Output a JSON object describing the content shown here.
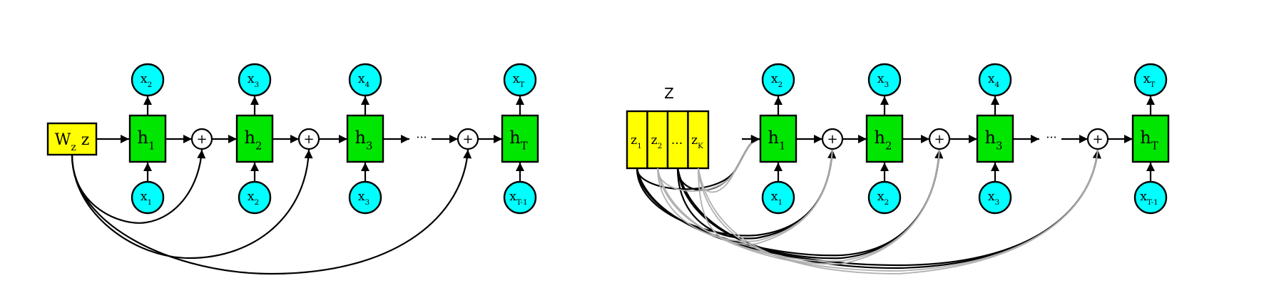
{
  "colors": {
    "input": "#ffff00",
    "hidden": "#00e600",
    "observation": "#00ffff",
    "plus_node": "#ffffff",
    "edge": "#000000",
    "edge_faded": "#b0b0b0"
  },
  "left_diagram": {
    "input_box": {
      "main": "W",
      "sub": "z",
      "suffix": " z"
    },
    "hidden": [
      {
        "main": "h",
        "sub": "1"
      },
      {
        "main": "h",
        "sub": "2"
      },
      {
        "main": "h",
        "sub": "3"
      },
      {
        "main": "h",
        "sub": "T"
      }
    ],
    "outputs": [
      {
        "main": "x",
        "sub": "2"
      },
      {
        "main": "x",
        "sub": "3"
      },
      {
        "main": "x",
        "sub": "4"
      },
      {
        "main": "x",
        "sub": "T"
      }
    ],
    "inputs": [
      {
        "main": "x",
        "sub": "1"
      },
      {
        "main": "x",
        "sub": "2"
      },
      {
        "main": "x",
        "sub": "3"
      },
      {
        "main": "x",
        "sub": "T-1"
      }
    ],
    "plus_symbol": "+",
    "ellipsis": "···"
  },
  "right_diagram": {
    "z_title": "Z",
    "z_cells": [
      {
        "main": "z",
        "sub": "1"
      },
      {
        "main": "z",
        "sub": "2"
      },
      {
        "main": "...",
        "sub": ""
      },
      {
        "main": "z",
        "sub": "K"
      }
    ],
    "hidden": [
      {
        "main": "h",
        "sub": "1"
      },
      {
        "main": "h",
        "sub": "2"
      },
      {
        "main": "h",
        "sub": "3"
      },
      {
        "main": "h",
        "sub": "T"
      }
    ],
    "outputs": [
      {
        "main": "x",
        "sub": "2"
      },
      {
        "main": "x",
        "sub": "3"
      },
      {
        "main": "x",
        "sub": "4"
      },
      {
        "main": "x",
        "sub": "T"
      }
    ],
    "inputs": [
      {
        "main": "x",
        "sub": "1"
      },
      {
        "main": "x",
        "sub": "2"
      },
      {
        "main": "x",
        "sub": "3"
      },
      {
        "main": "x",
        "sub": "T-1"
      }
    ],
    "plus_symbol": "+",
    "ellipsis": "···"
  }
}
